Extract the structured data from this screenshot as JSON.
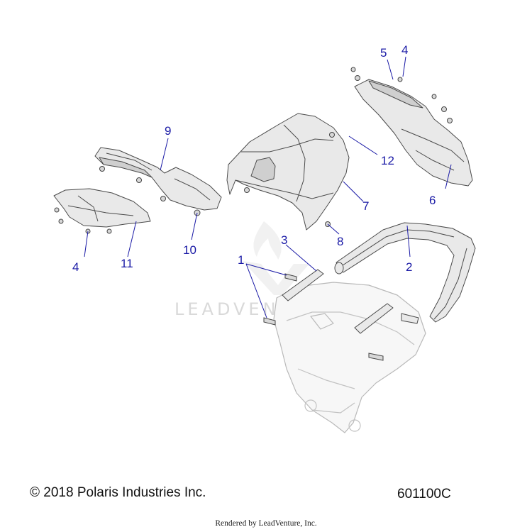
{
  "callouts": {
    "c1": "1",
    "c2": "2",
    "c3": "3",
    "c4a": "4",
    "c4b": "4",
    "c5": "5",
    "c6": "6",
    "c7": "7",
    "c8": "8",
    "c9": "9",
    "c10": "10",
    "c11": "11",
    "c12": "12"
  },
  "watermark": "LEADVENTURE",
  "footer": {
    "copyright": "© 2018 Polaris Industries Inc.",
    "diagram_id": "601100C",
    "rendered_by": "Rendered by LeadVenture, Inc."
  },
  "colors": {
    "callout": "#1a1aa6",
    "part_outline": "#4a4a4a",
    "faded_outline": "#b9b9b9"
  }
}
